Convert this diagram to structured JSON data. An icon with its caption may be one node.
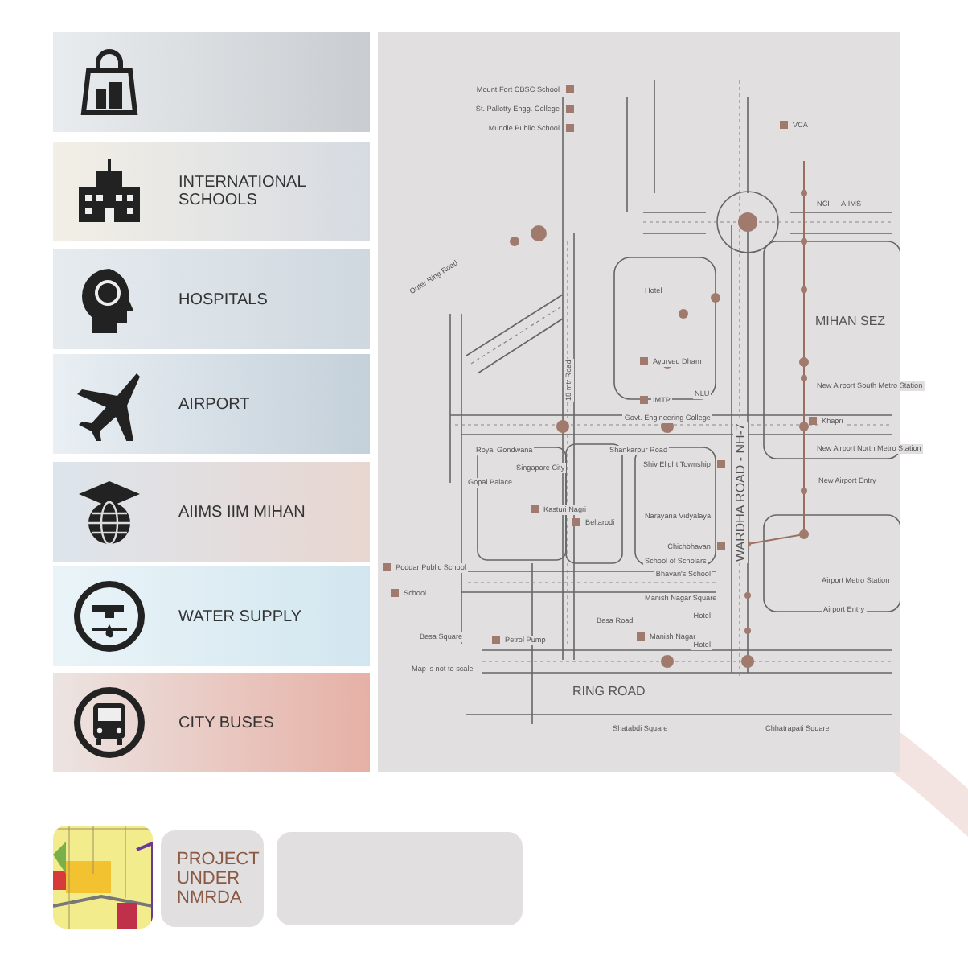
{
  "diagram": {
    "nodes": [
      {
        "text": [],
        "shape": "picture"
      },
      {
        "text": [
          "INTERNATIONAL SCHOOLS"
        ]
      },
      {
        "text": [
          "HOSPITALS"
        ]
      },
      {
        "text": [
          "AIRPORT"
        ]
      },
      {
        "text": [
          "AIIMS IIM MIHAN"
        ]
      },
      {
        "text": [
          "WATER SUPPLY"
        ]
      },
      {
        "text": [
          "CITY BUSES"
        ]
      },
      {
        "text": [],
        "shape": "picture"
      },
      {
        "text": [
          "PROJECT UNDER NMRDA"
        ]
      },
      {
        "text": [],
        "shape": "box"
      }
    ],
    "edges": [],
    "labels": [
      "Mount Fort CBSC School",
      "St. Pallotty Engg. College",
      "Mundle Public School",
      "VCA",
      "NCI",
      "AIIMS",
      "Outer Ring Road",
      "Hotel",
      "MIHAN SEZ",
      "Ayurved Dham",
      "New Airport South Metro Station",
      "NLU",
      "IMTP",
      "Govt. Engineering College",
      "18 mtr Road",
      "Khapri",
      "New Airport North Metro Station",
      "Shankarpur Road",
      "Royal Gondwana",
      "Singapore City",
      "Gopal Palace",
      "New Airport Entry",
      "Shiv Elight Township",
      "Kasturi Nagri",
      "Beltarodi",
      "Narayana Vidyalaya",
      "Poddar Public School",
      "Chichbhavan",
      "School of Scholars",
      "Bhavan's School",
      "Airport Metro Station",
      "School",
      "Airport Entry",
      "Manish Nagar Square",
      "Hotel",
      "Besa Road",
      "Besa Square",
      "Petrol Pump",
      "Manish Nagar",
      "Hotel",
      "Map is not to scale",
      "RING ROAD",
      "WARDHA ROAD - NH-7",
      "Shatabdi Square",
      "Chhatrapati Square"
    ]
  }
}
